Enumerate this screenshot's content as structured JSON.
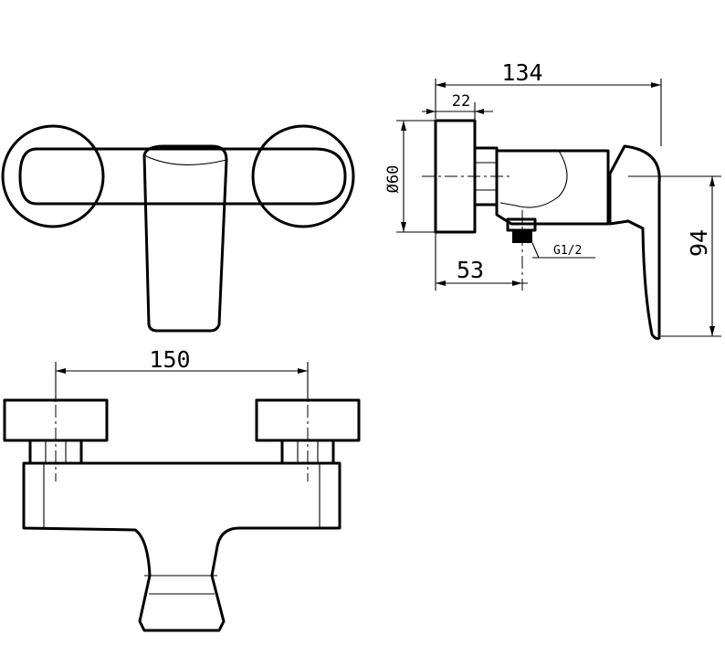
{
  "dimensions": {
    "overall_depth": "134",
    "flange_depth": "22",
    "outlet_diameter": "Ø60",
    "outlet_offset": "53",
    "connection_thread": "G1/2",
    "handle_height": "94",
    "inlet_spacing": "150"
  }
}
